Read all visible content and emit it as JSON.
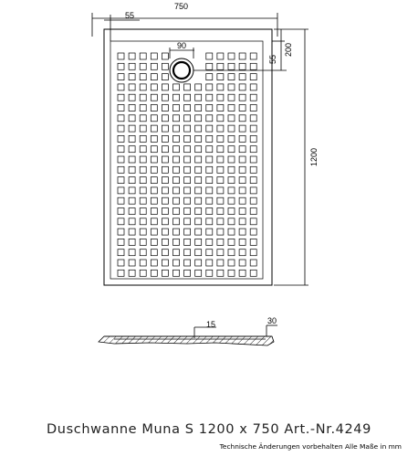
{
  "drawing": {
    "dimensions": {
      "overall_width": "750",
      "edge_offset": "55",
      "drain_diameter": "90",
      "drain_offset": "200",
      "drain_edge": "55",
      "overall_length": "1200",
      "profile_depth": "15",
      "profile_height": "30"
    },
    "colors": {
      "line": "#000000",
      "hatch": "#000000",
      "background": "#ffffff"
    }
  },
  "footer": {
    "title": "Duschwanne Muna S 1200 x 750 Art.-Nr.4249",
    "note": "Technische Änderungen vorbehalten  Alle Maße in mm"
  }
}
